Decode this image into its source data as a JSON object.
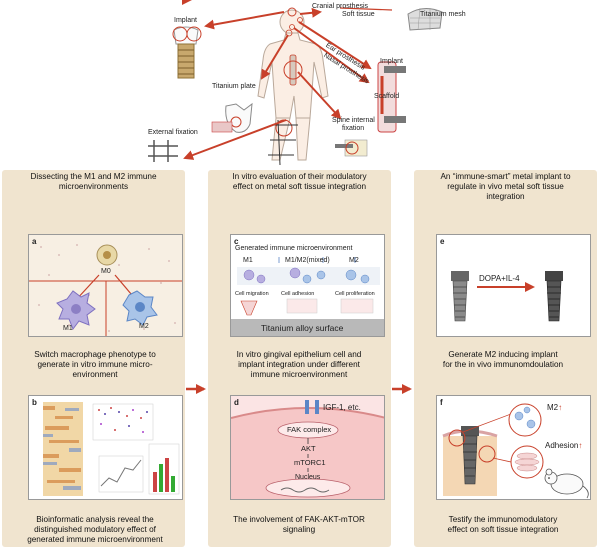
{
  "top": {
    "cranial": "Cranial prosthesis",
    "soft_tissue": "Soft tissue",
    "titanium_mesh": "Titanium mesh",
    "implant_left": "Implant",
    "ear": "Ear prosthesis",
    "nasal": "Nasal prosthesis",
    "implant_right": "Implant",
    "scaffold": "Scaffold",
    "titanium_plate": "Titanium plate",
    "external_fixation": "External fixation",
    "spine_line1": "Spine internal",
    "spine_line2": "fixation"
  },
  "columns": [
    {
      "header": [
        "Dissecting the M1 and M2 immune",
        "microenvironments"
      ],
      "panel_top": {
        "label": "a",
        "m0": "M0",
        "m1": "M1",
        "m2": "M2"
      },
      "caption_top": [
        "Switch macrophage phenotype to",
        "generate in vitro immune micro-",
        "environment"
      ],
      "panel_bottom": {
        "label": "b"
      },
      "caption_bottom": [
        "Bioinformatic analysis reveal the",
        "distinguished modulatory effect of",
        "generated immune microenvironment"
      ]
    },
    {
      "header": [
        "In vitro evaluation of their modulatory",
        "effect on metal soft tissue integration"
      ],
      "panel_top": {
        "label": "c",
        "title": "Generated immune microenvironment",
        "m1": "M1",
        "mixed": "M1/M2(mixed)",
        "m2": "M2",
        "migration": "Cell migration",
        "adhesion": "Cell adhesion",
        "proliferation": "Cell proliferation",
        "surface": "Titanium alloy surface"
      },
      "caption_top": [
        "In vitro gingival epithelium cell and",
        "implant integration under different",
        "immune microenvironment"
      ],
      "panel_bottom": {
        "label": "d",
        "igf": "IGF-1, etc.",
        "fak": "FAK complex",
        "akt": "AKT",
        "mtorc1": "mTORC1",
        "nucleus": "Nucleus"
      },
      "caption_bottom": [
        "The involvement of FAK-AKT-mTOR",
        "signaling"
      ]
    },
    {
      "header": [
        "An “immune-smart” metal implant to",
        "regulate in vivo metal soft tissue",
        "integration"
      ],
      "panel_top": {
        "label": "e",
        "coating": "DOPA+IL-4"
      },
      "caption_top": [
        "Generate M2 inducing implant",
        "for the in vivo immunomdoulation"
      ],
      "panel_bottom": {
        "label": "f",
        "m2": "M2",
        "m2_up": "↑",
        "adhesion": "Adhesion",
        "adhesion_up": "↑"
      },
      "caption_bottom": [
        "Testify the immunomodulatory",
        "effect on soft tissue integration"
      ]
    }
  ],
  "colors": {
    "column_bg": "#f0e4cf",
    "arrow_red": "#c8402a",
    "m1_purple": "#8c7fc4",
    "m2_blue": "#5b86c6",
    "pink_bg": "#f5d5d5"
  }
}
